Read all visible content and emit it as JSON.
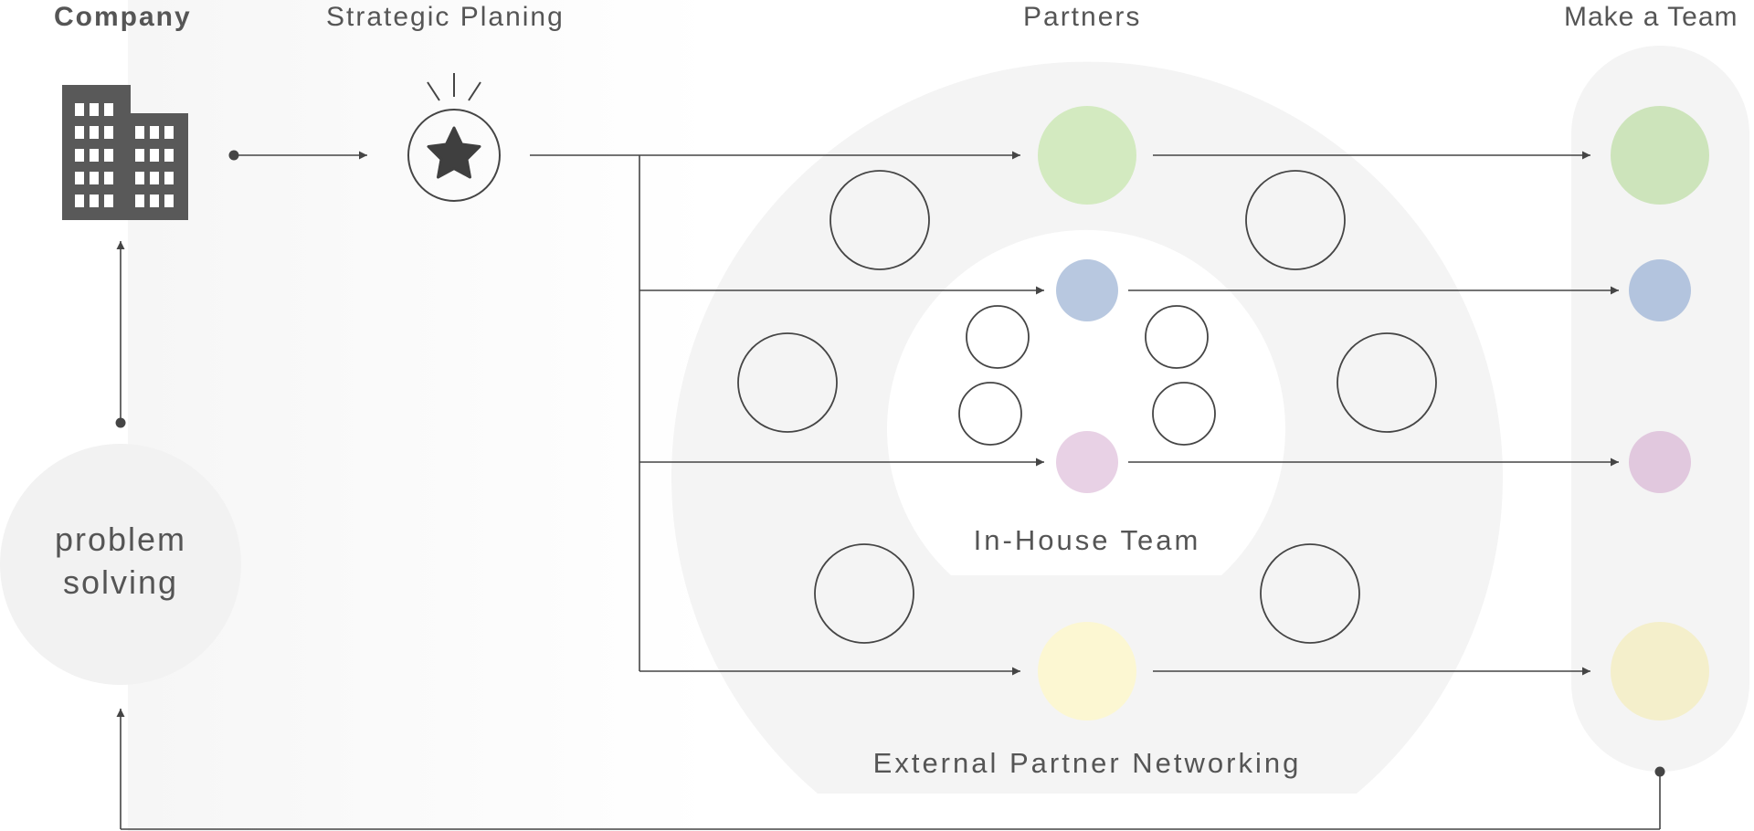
{
  "headings": {
    "company": "Company",
    "strategic": "Strategic Planing",
    "partners": "Partners",
    "team": "Make a Team"
  },
  "labels": {
    "problem_line1": "problem",
    "problem_line2": "solving",
    "inhouse": "In-House Team",
    "external": "External Partner Networking"
  },
  "colors": {
    "ink": "#454545",
    "building": "#595959",
    "panel": "#f4f4f4",
    "node_green": "#d3eac0",
    "node_blue": "#b8c8e0",
    "node_pink": "#e8d1e5",
    "node_yellow": "#fcf7d2",
    "team_green": "#cde4bb",
    "team_blue": "#b3c4de",
    "team_pink": "#e1c8de",
    "team_yellow": "#f4efcb"
  },
  "icons": {
    "company": "building-icon",
    "strategic": "star-badge-icon"
  }
}
